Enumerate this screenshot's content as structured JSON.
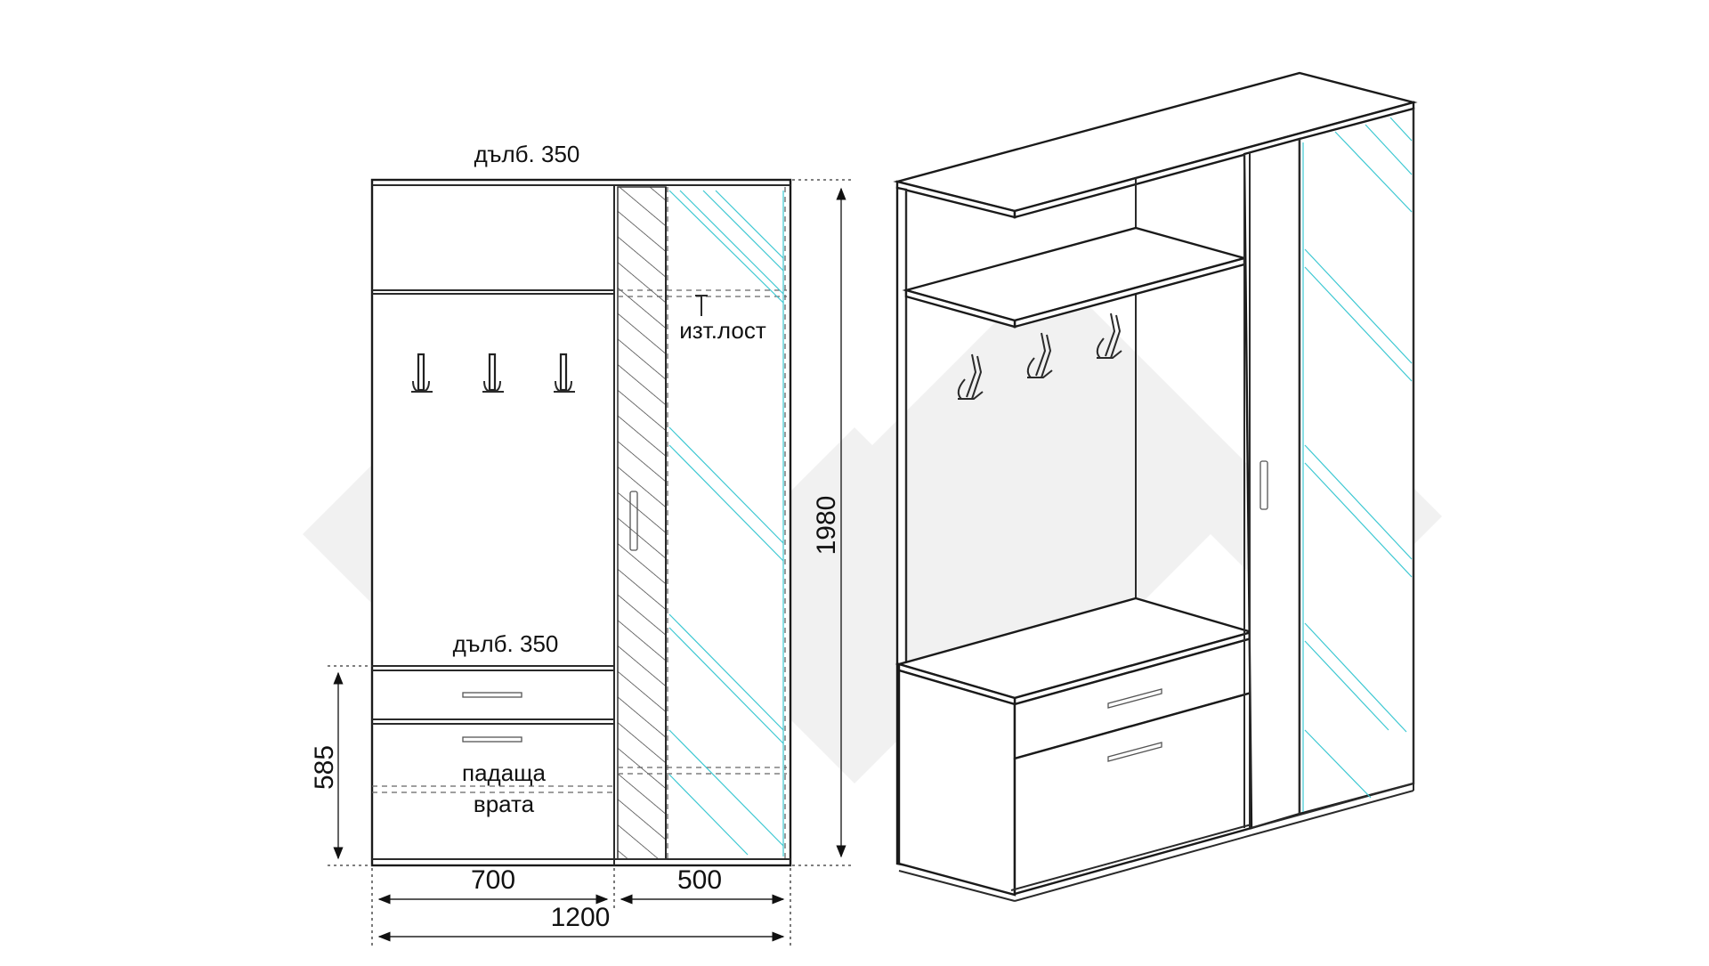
{
  "labels": {
    "depth_top": "дълб. 350",
    "depth_bottom": "дълб. 350",
    "pull_rod": "изт.лост",
    "drop_door_line1": "падаща",
    "drop_door_line2": "врата"
  },
  "dimensions": {
    "height_total": "1980",
    "height_base": "585",
    "width_left": "700",
    "width_right": "500",
    "width_total": "1200"
  },
  "colors": {
    "line": "#2a2a2a",
    "glass": "#3cc8d2",
    "watermark": "#f1f1f1"
  }
}
